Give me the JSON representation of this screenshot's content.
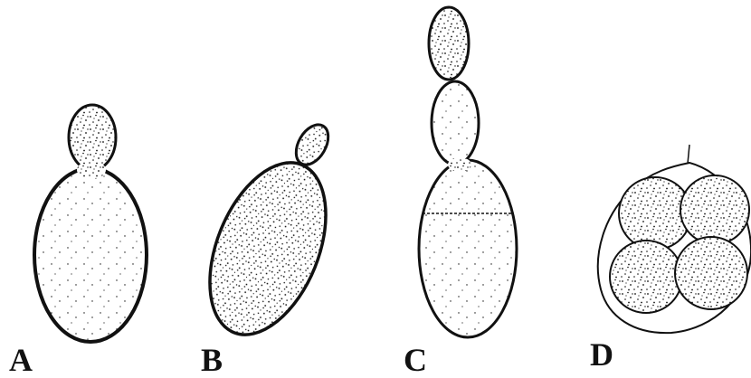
{
  "figure": {
    "panels": [
      {
        "label": "A",
        "content": "budding-cell-large-mother-small-bud"
      },
      {
        "label": "B",
        "content": "elongated-cell-with-small-bud"
      },
      {
        "label": "C",
        "content": "chain-of-budding-cells"
      },
      {
        "label": "D",
        "content": "ascus-with-four-ascospores"
      }
    ],
    "colors": {
      "ink": "#111111",
      "background": "#ffffff"
    }
  }
}
